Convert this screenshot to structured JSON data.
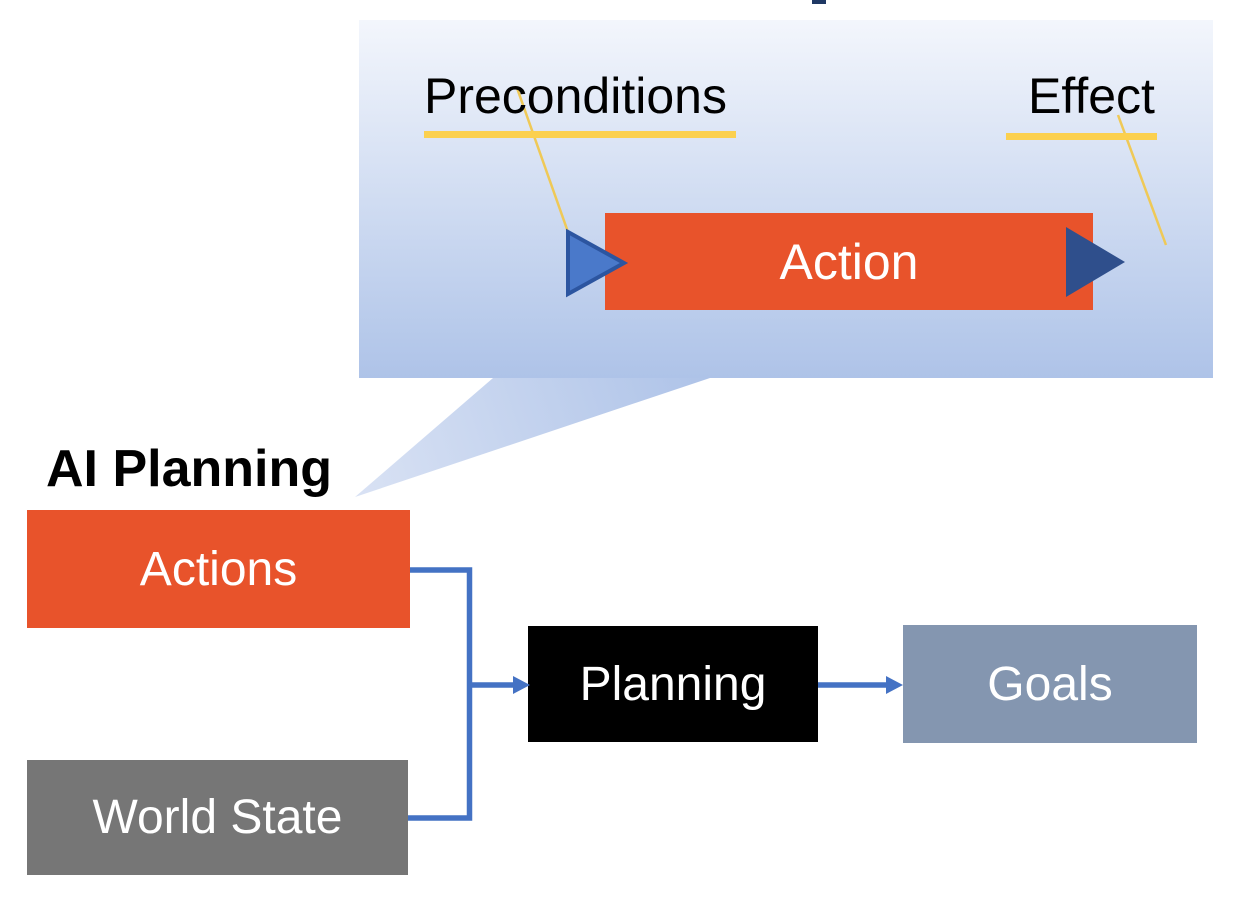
{
  "callout": {
    "preconditions_label": "Preconditions",
    "effect_label": "Effect",
    "action_label": "Action"
  },
  "diagram": {
    "title": "AI Planning",
    "actions_label": "Actions",
    "world_state_label": "World State",
    "planning_label": "Planning",
    "goals_label": "Goals"
  },
  "colors": {
    "orange": "#E8532B",
    "blue": "#4472C4",
    "blue_fill": "#4A79CA",
    "blue_stroke": "#2C55A0",
    "navy": "#1F3864",
    "navy_tri": "#2F4F8C",
    "gray": "#767676",
    "blue_gray": "#8496B0",
    "black": "#000000",
    "yellow": "#FBD04F",
    "yellow_thin": "#EFC957",
    "bubble_top": "#F3F6FC",
    "bubble_bottom": "#AEC3E8",
    "tail_light": "#D9E2F4"
  }
}
